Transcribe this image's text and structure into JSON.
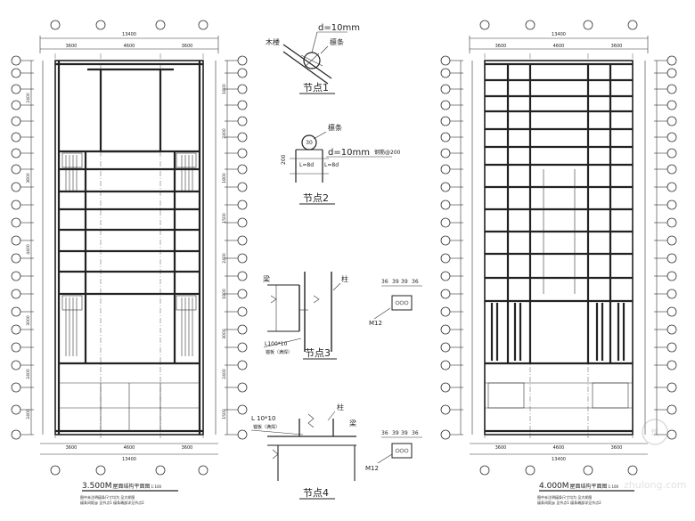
{
  "colors": {
    "ink": "#222222",
    "paper": "#ffffff"
  },
  "plan_left": {
    "overall_dim": "13400",
    "top_dims": [
      "3600",
      "4600",
      "3600"
    ],
    "bottom_dims": [
      "3600",
      "4600",
      "3600"
    ],
    "bottom_overall": "13400",
    "left_span_dims": [
      "2400",
      "3600",
      "4400",
      "3000",
      "2400",
      "2400"
    ],
    "right_span_dims": [
      "1800",
      "2400",
      "1800",
      "1500",
      "2400",
      "1800",
      "3000",
      "2400",
      "1500"
    ],
    "title": "3.500M",
    "title_suffix": "屋面结构平面图",
    "title_scale": "1:100",
    "notes": [
      "图中未注明檩条尺寸均为 见大样图",
      "檩条间距@ 见节点1 檩条端部详见节点2"
    ]
  },
  "plan_right": {
    "overall_dim": "13400",
    "top_dims": [
      "3600",
      "4600",
      "3600"
    ],
    "bottom_dims": [
      "3600",
      "4600",
      "3600"
    ],
    "bottom_overall": "13400",
    "title": "4.000M",
    "title_suffix": "屋面结构平面图",
    "title_scale": "1:100",
    "notes": [
      "图中未注明檩条尺寸均为 见大样图",
      "檩条间距@ 见节点1 檩条端部详见节点2"
    ]
  },
  "node1": {
    "dim": "d=10mm",
    "label_wood": "木楼",
    "label_purlin": "檩条",
    "title": "节点1"
  },
  "node2": {
    "purlin": "檩条",
    "dia": "30",
    "dim": "d=10mm",
    "spacing": "钢筋@200",
    "left_note": "L=8d",
    "right_note": "L=8d",
    "vdim": "200",
    "title": "节点2"
  },
  "node3": {
    "beam": "梁",
    "column": "柱",
    "angle": "L100*10",
    "angle_note": "锚板（满焊）",
    "title": "节点3",
    "bolt_dims": [
      "36",
      "39",
      "39",
      "36"
    ],
    "bolt": "M12"
  },
  "node4": {
    "angle": "L 10*10",
    "angle_note": "锚板（满焊）",
    "column": "柱",
    "beam": "梁",
    "title": "节点4",
    "bolt_dims": [
      "36",
      "39",
      "39",
      "36"
    ],
    "bolt": "M12"
  },
  "watermark": "zhulong.com"
}
